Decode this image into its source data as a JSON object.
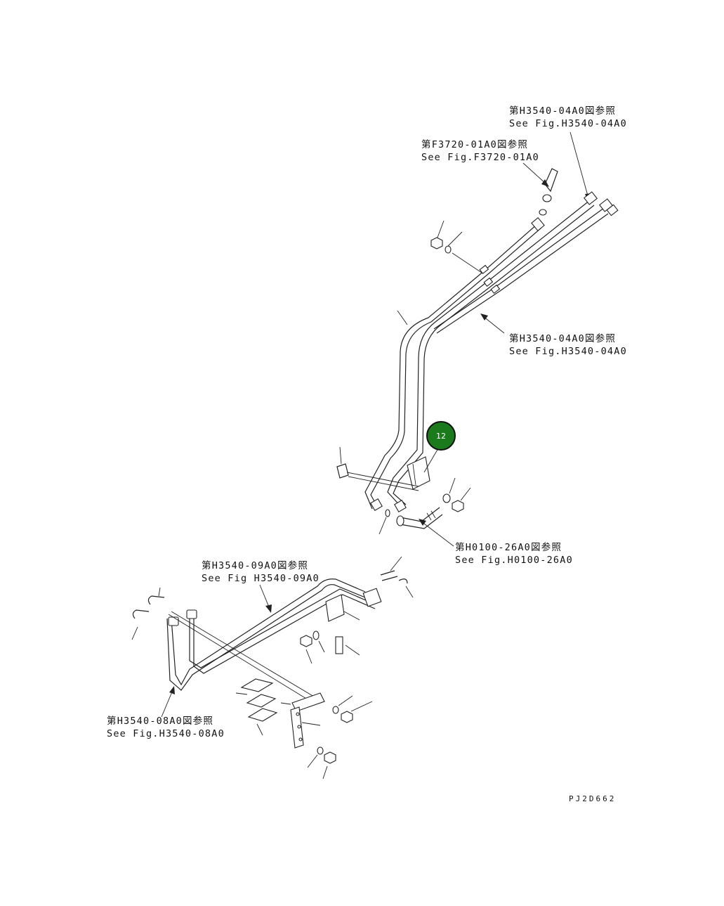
{
  "references": [
    {
      "jp": "第H3540-04A0図参照",
      "en": "See Fig.H3540-04A0"
    },
    {
      "jp": "第F3720-01A0図参照",
      "en": "See Fig.F3720-01A0"
    },
    {
      "jp": "第H3540-04A0図参照",
      "en": "See Fig.H3540-04A0"
    },
    {
      "jp": "第H0100-26A0図参照",
      "en": "See Fig.H0100-26A0"
    },
    {
      "jp": "第H3540-09A0図参照",
      "en": "See Fig H3540-09A0"
    },
    {
      "jp": "第H3540-08A0図参照",
      "en": "See Fig.H3540-08A0"
    }
  ],
  "callout": {
    "label": "12",
    "color": "#1b7a1b"
  },
  "drawing_code": "PJ2D662"
}
